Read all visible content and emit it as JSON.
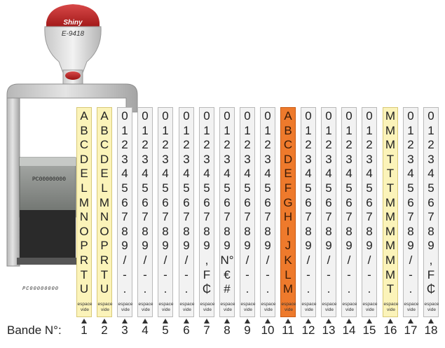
{
  "stamp": {
    "brand": "Shiny",
    "model": "E-9418",
    "side_text": "PC00000000",
    "imprint_text": "PC00000000"
  },
  "labels": {
    "bande_prefix": "Bande N°:",
    "space_line1": "espace",
    "space_line2": "vide"
  },
  "colors": {
    "yellow": "#fbf3b9",
    "orange": "#ee7a2c",
    "grey": "#f2f2f2"
  },
  "bands": [
    {
      "number": "1",
      "color": "yellow",
      "chars": [
        "A",
        "B",
        "C",
        "D",
        "E",
        "L",
        "M",
        "N",
        "O",
        "P",
        "R",
        "T",
        "U"
      ]
    },
    {
      "number": "2",
      "color": "yellow",
      "chars": [
        "A",
        "B",
        "C",
        "D",
        "E",
        "L",
        "M",
        "N",
        "O",
        "P",
        "R",
        "T",
        "U"
      ]
    },
    {
      "number": "3",
      "color": "grey",
      "chars": [
        "0",
        "1",
        "2",
        "3",
        "4",
        "5",
        "6",
        "7",
        "8",
        "9",
        "/",
        "-",
        "."
      ]
    },
    {
      "number": "4",
      "color": "grey",
      "chars": [
        "0",
        "1",
        "2",
        "3",
        "4",
        "5",
        "6",
        "7",
        "8",
        "9",
        "/",
        "-",
        "."
      ]
    },
    {
      "number": "5",
      "color": "grey",
      "chars": [
        "0",
        "1",
        "2",
        "3",
        "4",
        "5",
        "6",
        "7",
        "8",
        "9",
        "/",
        "-",
        "."
      ]
    },
    {
      "number": "6",
      "color": "grey",
      "chars": [
        "0",
        "1",
        "2",
        "3",
        "4",
        "5",
        "6",
        "7",
        "8",
        "9",
        "/",
        "-",
        "."
      ]
    },
    {
      "number": "7",
      "color": "grey",
      "chars": [
        "0",
        "1",
        "2",
        "3",
        "4",
        "5",
        "6",
        "7",
        "8",
        "9",
        ",",
        "F",
        "₵"
      ]
    },
    {
      "number": "8",
      "color": "grey",
      "chars": [
        "0",
        "1",
        "2",
        "3",
        "4",
        "5",
        "6",
        "7",
        "8",
        "9",
        "N°",
        "€",
        "#"
      ]
    },
    {
      "number": "9",
      "color": "grey",
      "chars": [
        "0",
        "1",
        "2",
        "3",
        "4",
        "5",
        "6",
        "7",
        "8",
        "9",
        "/",
        "-",
        "."
      ]
    },
    {
      "number": "10",
      "color": "grey",
      "chars": [
        "0",
        "1",
        "2",
        "3",
        "4",
        "5",
        "6",
        "7",
        "8",
        "9",
        "/",
        "-",
        "."
      ]
    },
    {
      "number": "11",
      "color": "orange",
      "chars": [
        "A",
        "B",
        "C",
        "D",
        "E",
        "F",
        "G",
        "H",
        "I",
        "J",
        "K",
        "L",
        "M"
      ]
    },
    {
      "number": "12",
      "color": "grey",
      "chars": [
        "0",
        "1",
        "2",
        "3",
        "4",
        "5",
        "6",
        "7",
        "8",
        "9",
        "/",
        "-",
        "."
      ]
    },
    {
      "number": "13",
      "color": "grey",
      "chars": [
        "0",
        "1",
        "2",
        "3",
        "4",
        "5",
        "6",
        "7",
        "8",
        "9",
        "/",
        "-",
        "."
      ]
    },
    {
      "number": "14",
      "color": "grey",
      "chars": [
        "0",
        "1",
        "2",
        "3",
        "4",
        "5",
        "6",
        "7",
        "8",
        "9",
        "/",
        "-",
        "."
      ]
    },
    {
      "number": "15",
      "color": "grey",
      "chars": [
        "0",
        "1",
        "2",
        "3",
        "4",
        "5",
        "6",
        "7",
        "8",
        "9",
        "/",
        "-",
        "."
      ]
    },
    {
      "number": "16",
      "color": "yellow",
      "chars": [
        "M",
        "M",
        "M",
        "T",
        "T",
        "T",
        "M",
        "M",
        "M",
        "M",
        "M",
        "M",
        "T"
      ]
    },
    {
      "number": "17",
      "color": "grey",
      "chars": [
        "0",
        "1",
        "2",
        "3",
        "4",
        "5",
        "6",
        "7",
        "8",
        "9",
        "/",
        "-",
        "."
      ]
    },
    {
      "number": "18",
      "color": "grey",
      "chars": [
        "0",
        "1",
        "2",
        "3",
        "4",
        "5",
        "6",
        "7",
        "8",
        "9",
        ",",
        "F",
        "₵"
      ]
    }
  ]
}
